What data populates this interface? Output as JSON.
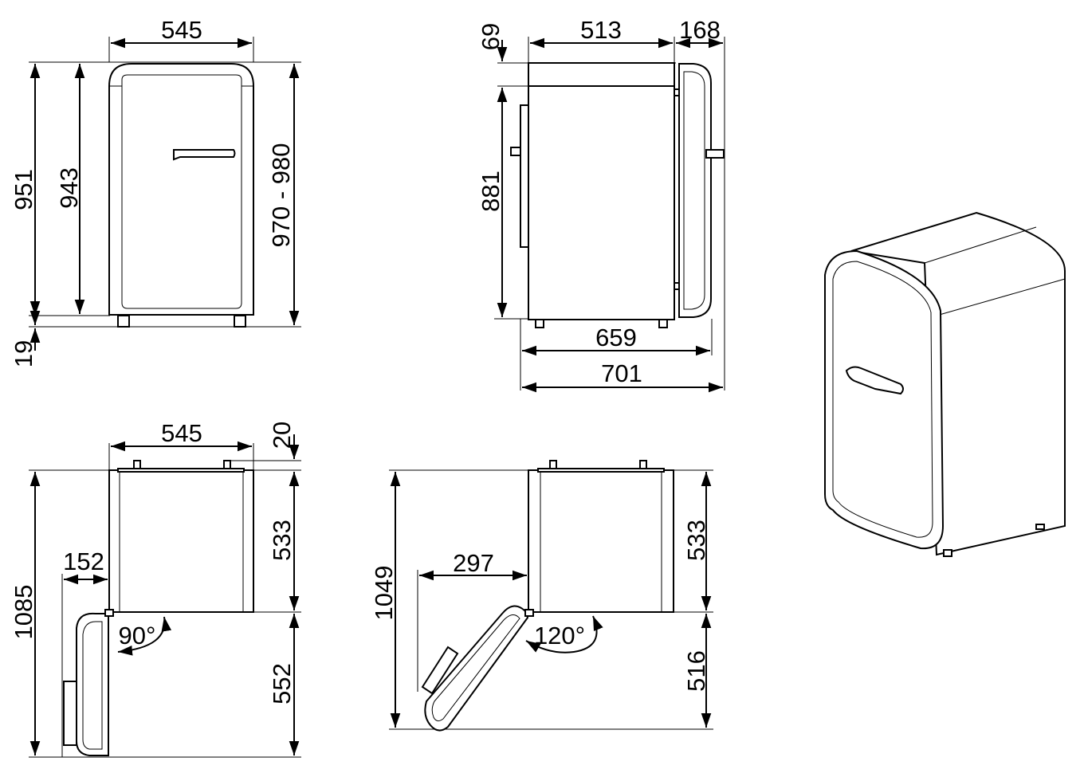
{
  "front_view": {
    "width": "545",
    "height_total": "951",
    "height_body": "943",
    "height_adjustable": "970 - 980",
    "feet": "19"
  },
  "side_view": {
    "top_offset": "69",
    "depth_body": "513",
    "door_depth": "168",
    "height": "881",
    "depth_total": "659",
    "depth_door_open": "701"
  },
  "top_view_90": {
    "width": "545",
    "top_gap": "20",
    "total_depth": "1085",
    "body_depth": "533",
    "door_swing_depth": "552",
    "door_offset": "152",
    "angle": "90°"
  },
  "top_view_120": {
    "total_depth": "1049",
    "door_offset": "297",
    "body_depth": "533",
    "door_swing_depth": "516",
    "angle": "120°"
  }
}
